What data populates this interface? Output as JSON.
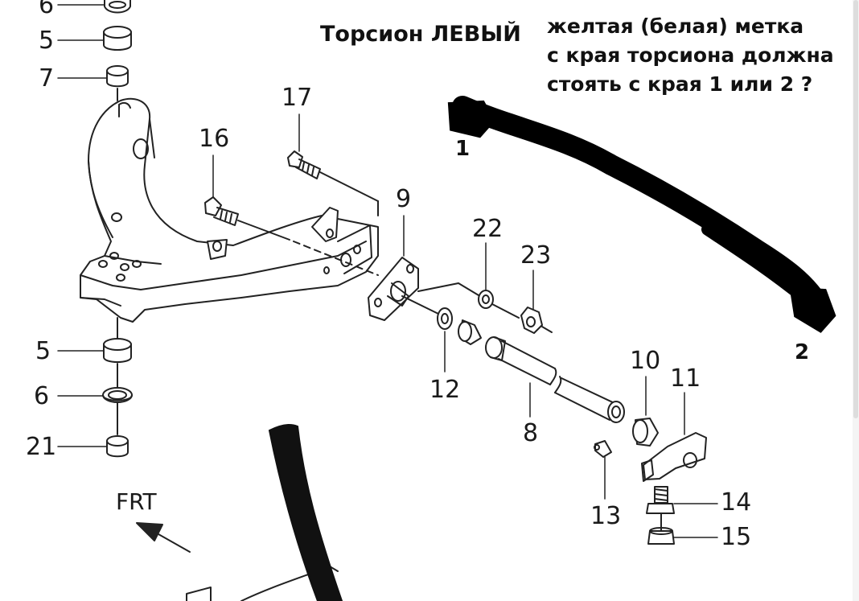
{
  "title": "Торсион ЛЕВЫЙ",
  "question": {
    "lines": [
      "желтая (белая) метка",
      "с края торсиона должна",
      "стоять с края 1 или 2 ?"
    ]
  },
  "end_marks": {
    "end_1": "1",
    "end_2": "2"
  },
  "direction_label": "FRT",
  "callouts": {
    "c6_top": "6",
    "c5_top": "5",
    "c7": "7",
    "c17": "17",
    "c16": "16",
    "c9": "9",
    "c22": "22",
    "c23": "23",
    "c5_bottom": "5",
    "c6_bottom": "6",
    "c21": "21",
    "c12": "12",
    "c8": "8",
    "c10": "10",
    "c11": "11",
    "c13": "13",
    "c14": "14",
    "c15": "15"
  }
}
